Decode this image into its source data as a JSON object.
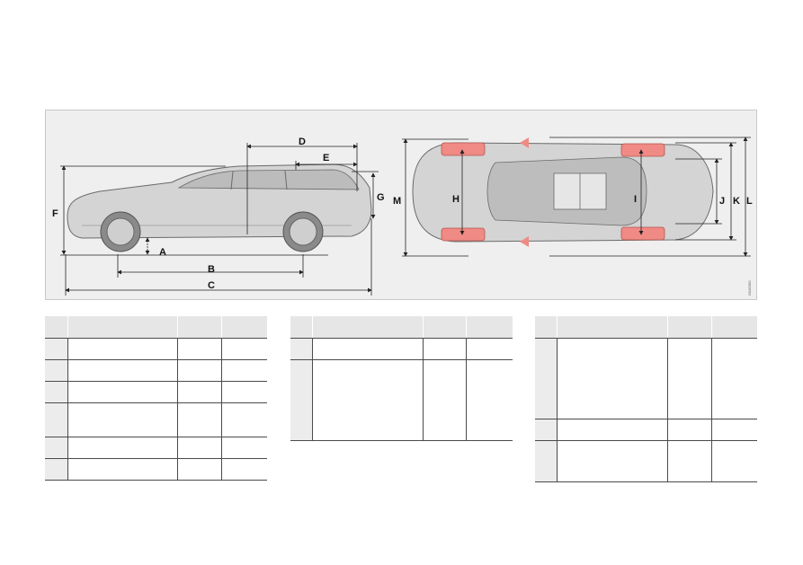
{
  "figure": {
    "labels": [
      "D",
      "E",
      "G",
      "F",
      "A",
      "B",
      "C",
      "M",
      "H",
      "I",
      "J",
      "K",
      "L"
    ],
    "code": "G045350",
    "colors": {
      "background": "#efefef",
      "car_body": "#d4d4d4",
      "car_outline": "#6a6a6a",
      "wheel_highlight": "#f08a84"
    }
  },
  "tables": [
    {
      "rows": [
        {
          "h": 24
        },
        {
          "h": 24
        },
        {
          "h": 38
        },
        {
          "h": 24
        },
        {
          "h": 24
        }
      ]
    },
    {
      "rows": [
        {
          "h": 90
        }
      ]
    },
    {
      "rows": [
        {
          "h": 90
        },
        {
          "h": 24
        },
        {
          "h": 46
        }
      ]
    }
  ]
}
